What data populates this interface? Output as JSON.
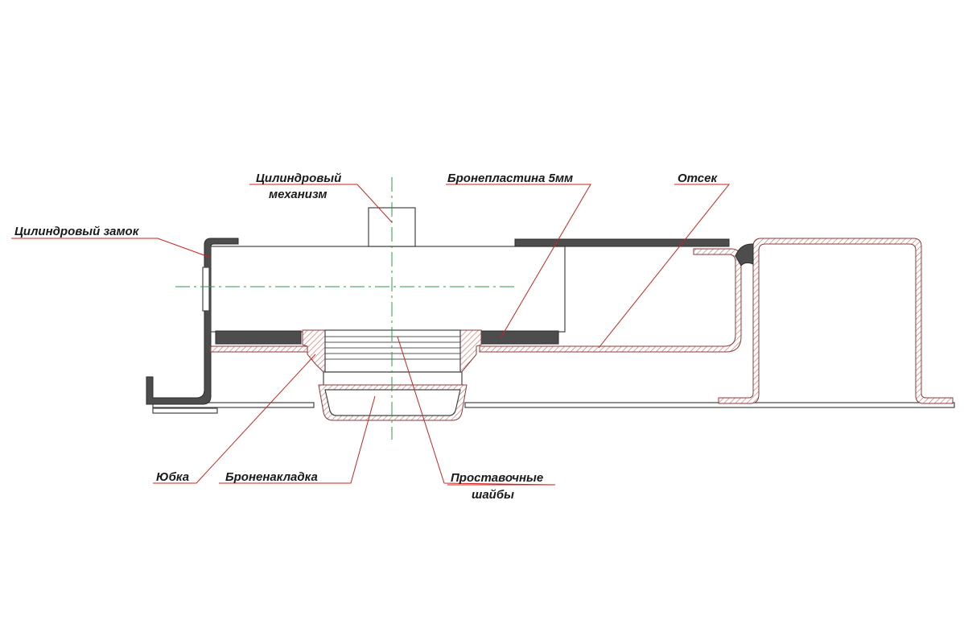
{
  "labels": {
    "cylinder_lock": "Цилиндровый замок",
    "cylinder_mechanism_line1": "Цилиндровый",
    "cylinder_mechanism_line2": "механизм",
    "armor_plate": "Бронепластина  5мм",
    "compartment": "Отсек",
    "skirt": "Юбка",
    "armor_overlay": "Броненакладка",
    "spacer_washers_line1": "Проставочные",
    "spacer_washers_line2": "шайбы"
  },
  "colors": {
    "leader": "#cc2222",
    "axis": "#2e9a4a",
    "dark_part": "#4d4d4d",
    "hatch": "#c97a7a"
  }
}
